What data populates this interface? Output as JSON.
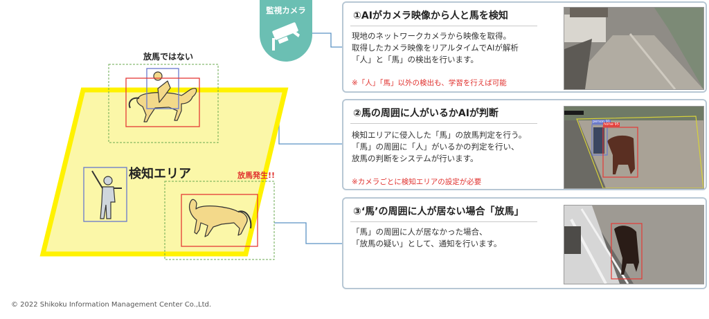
{
  "camera_badge": {
    "label": "監視カメラ",
    "icon": "security-camera-icon",
    "color": "#6bbfb3"
  },
  "diagram": {
    "not_loose_label": "放馬ではない",
    "area_label": "検知エリア",
    "loose_alert": "放馬発生!!",
    "area_fill": "#fbf7a8",
    "area_border": "#fff200"
  },
  "steps": [
    {
      "title": "①AIがカメラ映像から人と馬を検知",
      "body": [
        "現地のネットワークカメラから映像を取得。",
        "取得したカメラ映像をリアルタイムでAIが解析",
        "「人」と「馬」の検出を行います。"
      ],
      "note": "※「人」「馬」以外の検出も、学習を行えば可能"
    },
    {
      "title": "②馬の周囲に人がいるかAIが判断",
      "body": [
        "検知エリアに侵入した「馬」の放馬判定を行う。",
        "「馬」の周囲に「人」がいるかの判定を行い、",
        "放馬の判断をシステムが行います。"
      ],
      "note": "※カメラごとに検知エリアの設定が必要"
    },
    {
      "title": "③‘馬’の周囲に人が居ない場合「放馬」",
      "body": [
        "「馬」の周囲に人が居なかった場合、",
        "「放馬の疑い」として、通知を行います。"
      ],
      "note": ""
    }
  ],
  "photo2_tags": [
    "person 91",
    "horse 95"
  ],
  "copyright": "© 2022 Shikoku Information Management Center Co.,Ltd."
}
